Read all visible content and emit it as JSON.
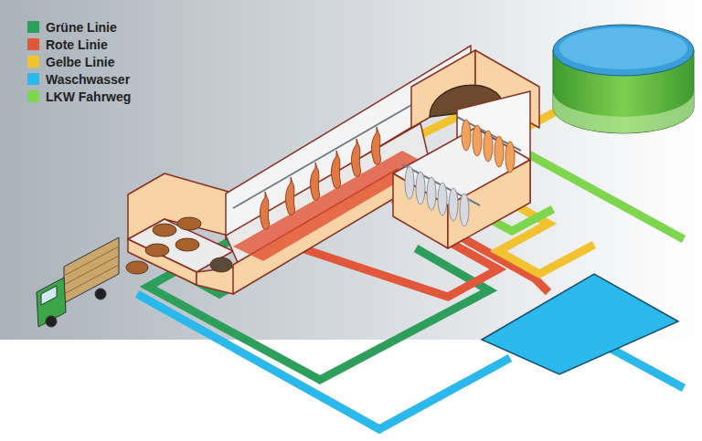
{
  "diagram": {
    "legend": [
      {
        "text": "Grüne Linie",
        "color": "#2e9e5b"
      },
      {
        "text": "Rote Linie",
        "color": "#e0573a"
      },
      {
        "text": "Gelbe Linie",
        "color": "#f2c230"
      },
      {
        "text": "Waschwasser",
        "color": "#2bb8ea"
      },
      {
        "text": "LKW Fahrweg",
        "color": "#7ed64f"
      }
    ]
  }
}
